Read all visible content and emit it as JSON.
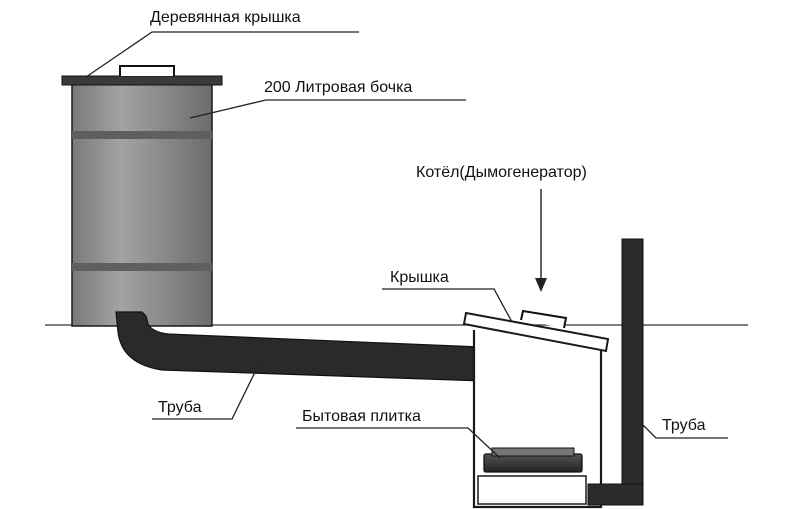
{
  "labels": {
    "wooden_lid": "Деревянная крышка",
    "barrel": "200 Литровая бочка",
    "boiler": "Котёл(Дымогенератор)",
    "lid": "Крышка",
    "pipe_left": "Труба",
    "stove": "Бытовая плитка",
    "pipe_right": "Труба"
  },
  "colors": {
    "barrel_fill": "#8c8c8c",
    "barrel_band": "#6e6e6e",
    "pipe_fill": "#2b2b2b",
    "outline": "#1a1a1a"
  }
}
